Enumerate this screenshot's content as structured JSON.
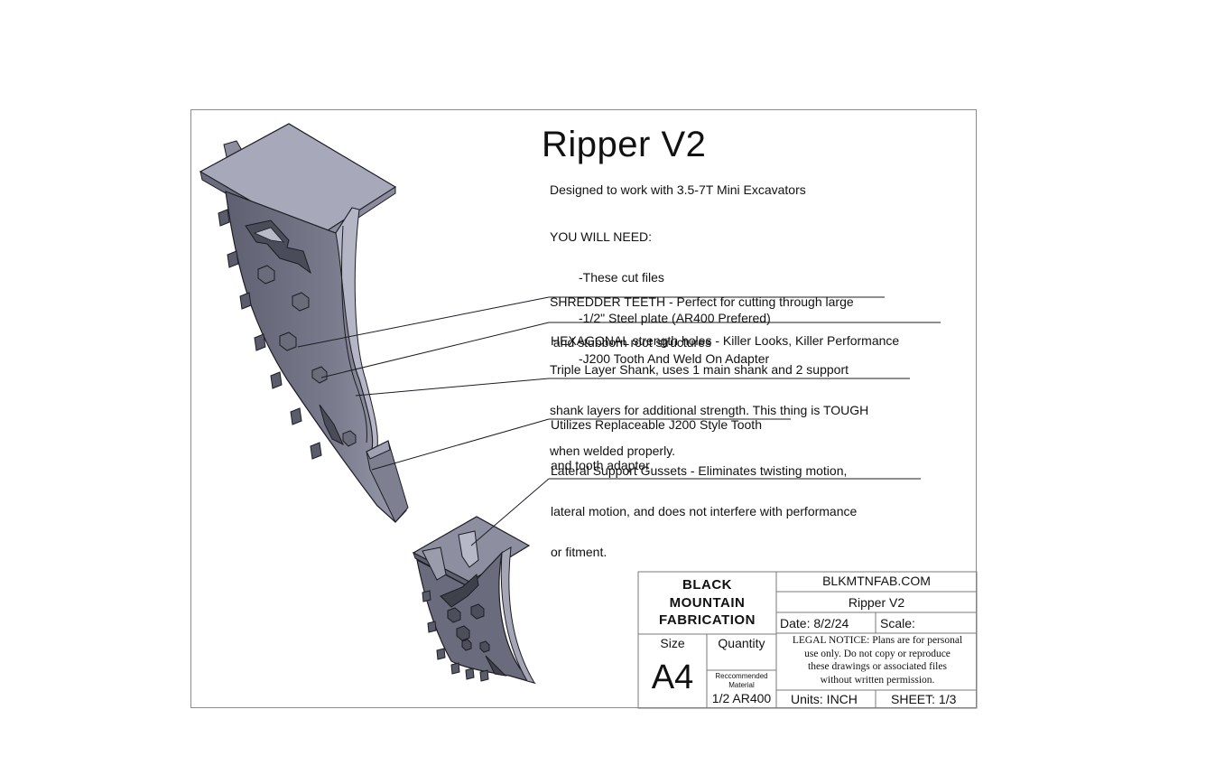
{
  "drawing": {
    "title": "Ripper V2",
    "intro": "Designed to work with 3.5-7T Mini Excavators",
    "you_will_need": {
      "heading": "YOU WILL NEED:",
      "items": [
        "-These cut files",
        "-1/2\" Steel plate (AR400 Prefered)",
        "-J200 Tooth And Weld On Adapter"
      ]
    },
    "callouts": [
      {
        "lines": [
          "SHREDDER TEETH - Perfect for cutting through large",
          " and stubborn root structures"
        ]
      },
      {
        "lines": [
          "HEXAGONAL strength holes - Killer Looks, Killer Performance"
        ]
      },
      {
        "lines": [
          "Triple Layer Shank, uses 1 main shank and 2 support",
          "shank layers for additional strength. This thing is TOUGH",
          "when welded properly."
        ]
      },
      {
        "lines": [
          "Utilizes Replaceable J200 Style Tooth",
          "and tooth adapter"
        ]
      },
      {
        "lines": [
          "Lateral Support Gussets - Eliminates twisting motion,",
          "lateral motion, and does not interfere with performance",
          "or fitment."
        ]
      }
    ]
  },
  "title_block": {
    "company_lines": [
      "BLACK",
      "MOUNTAIN",
      "FABRICATION"
    ],
    "website": "BLKMTNFAB.COM",
    "part_name": "Ripper V2",
    "date": "Date: 8/2/24",
    "scale": "Scale:",
    "size_label": "Size",
    "size_value": "A4",
    "quantity_label": "Quantity",
    "recommended_material_label": [
      "Reccommended",
      "Material"
    ],
    "material_value": "1/2 AR400",
    "legal_lines": [
      "LEGAL NOTICE: Plans are for personal",
      "use only. Do not copy or reproduce",
      "these drawings or associated files",
      "without written permission."
    ],
    "units": "Units: INCH",
    "sheet": "SHEET: 1/3"
  },
  "colors": {
    "part_light": "#a4a6b8",
    "part_mid": "#6e7082",
    "part_dark": "#3c3e4a",
    "outline": "#1c1c22"
  }
}
